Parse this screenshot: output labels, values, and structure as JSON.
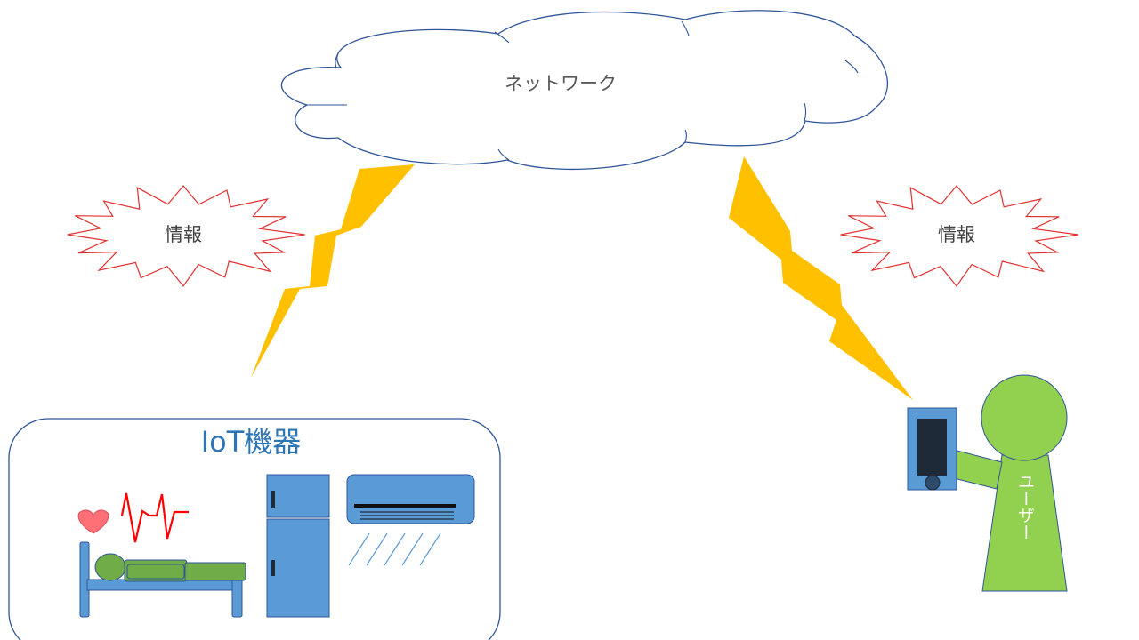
{
  "network": {
    "label": "ネットワーク"
  },
  "info_bursts": {
    "left_label": "情報",
    "right_label": "情報"
  },
  "iot_panel": {
    "title": "IoT機器"
  },
  "user": {
    "label": "ユーザー"
  },
  "colors": {
    "bolt": "#FFC000",
    "burst_stroke": "#E03030",
    "cloud_stroke": "#2F5597",
    "panel_stroke": "#2F5597",
    "panel_title": "#2E75B6",
    "device_blue": "#5B9BD5",
    "user_green": "#92D050",
    "patient_green": "#70AD47",
    "heartbeat": "#FF0000",
    "heart": "#FF6F75",
    "phone_screen": "#1F2A38",
    "text_gray": "#595959"
  }
}
